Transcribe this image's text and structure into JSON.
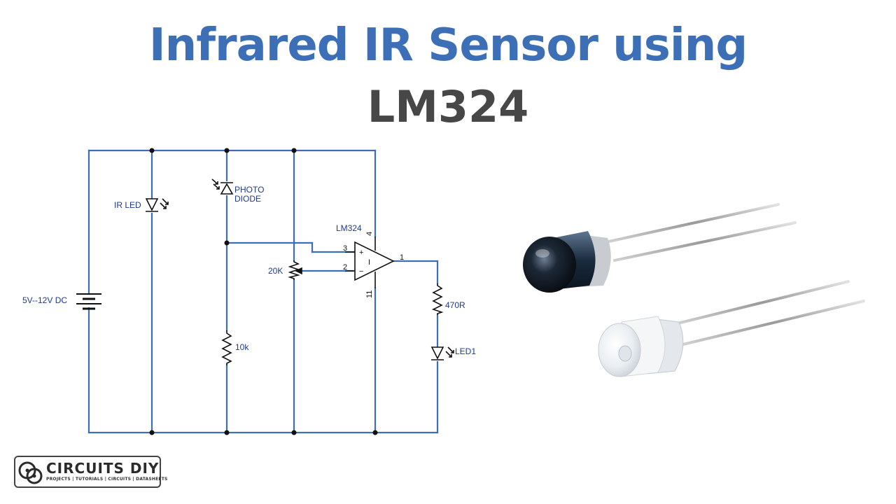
{
  "title": {
    "line1": "Infrared IR Sensor using",
    "line2": "LM324"
  },
  "labels": {
    "supply": "5V--12V DC",
    "ir_led": "IR LED",
    "photo_diode_1": "PHOTO",
    "photo_diode_2": "DIODE",
    "opamp": "LM324",
    "pot": "20K",
    "r_pulldown": "10k",
    "r_led": "470R",
    "led1": "LED1",
    "pin3": "3",
    "pin2": "2",
    "pin1": "1",
    "pin4": "4",
    "pin11": "11",
    "plus": "+",
    "minus": "−"
  },
  "colors": {
    "wire": "#3d6fb6",
    "component": "#111111",
    "title_blue": "#3d6fb6",
    "title_gray": "#474747"
  },
  "logo": {
    "name": "CIRCUITS DIY",
    "tagline": "PROJECTS | TUTORIALS | CIRCUITS | DATASHEETS"
  }
}
